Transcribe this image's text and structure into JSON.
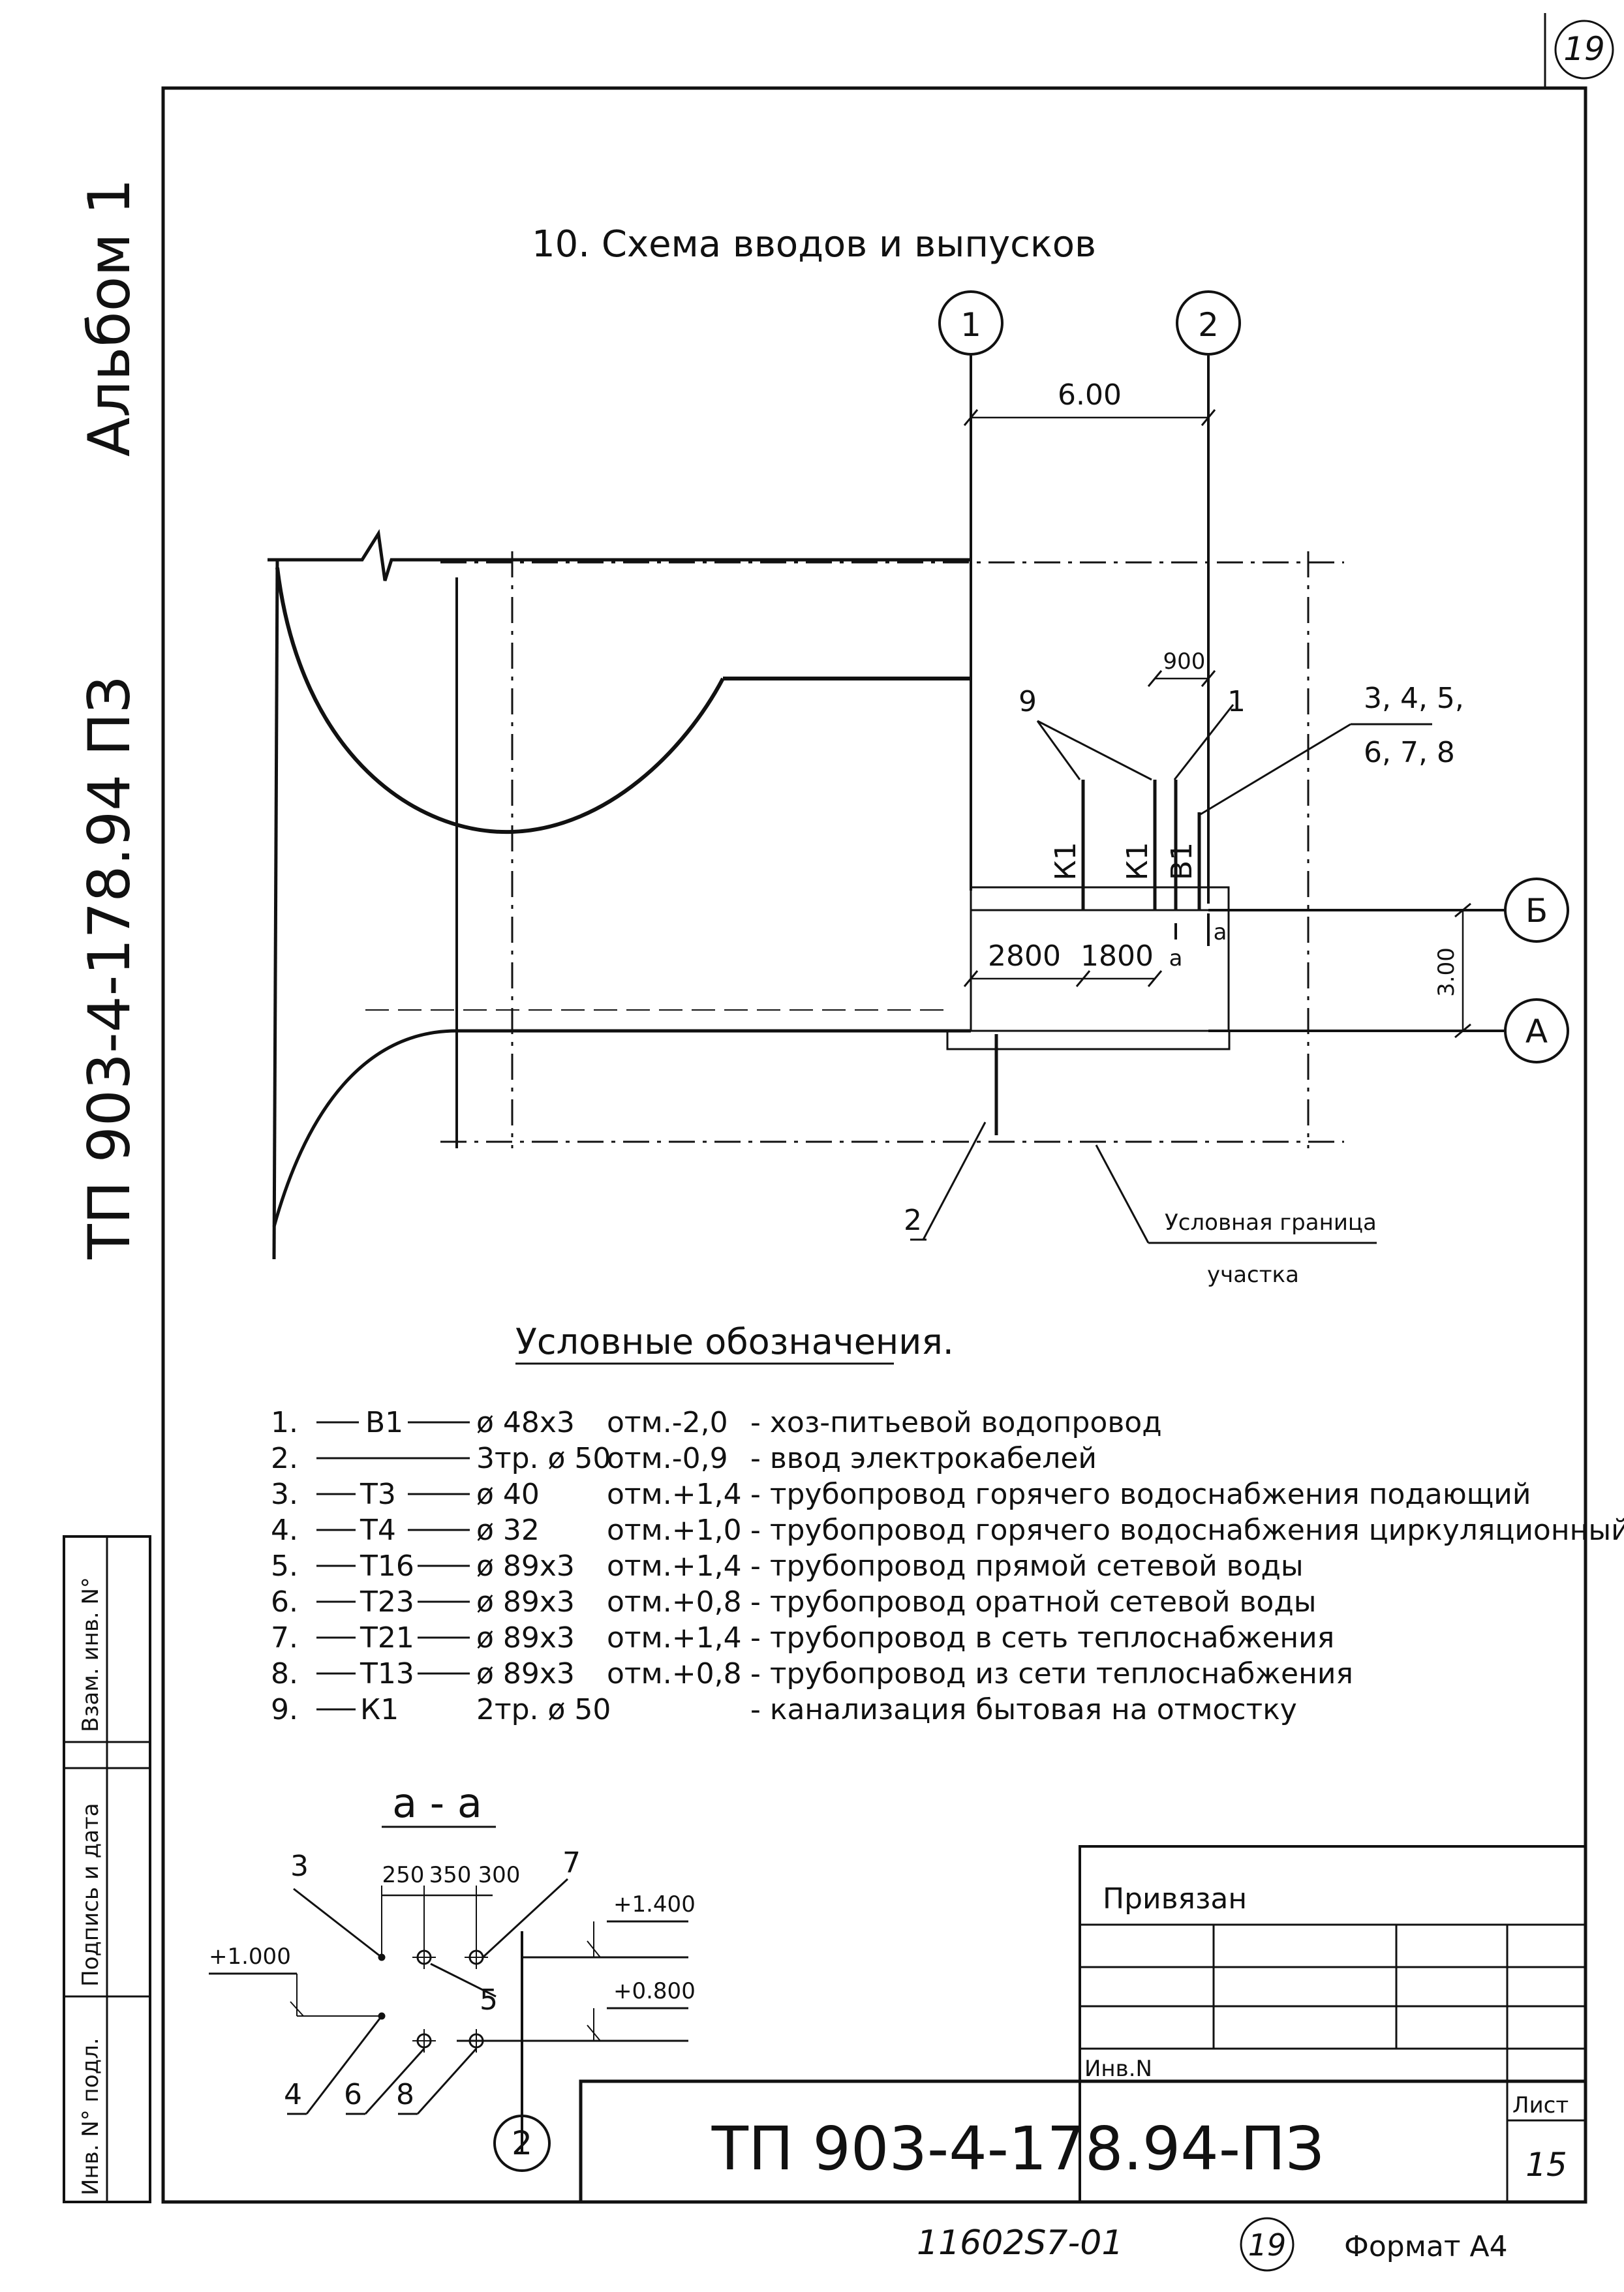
{
  "sheet_number_circled": "19",
  "album_label": "Альбом 1",
  "side_document_code": "ТП 903-4-178.94 ПЗ",
  "drawing_title": "10. Схема вводов и выпусков",
  "grid_axes": {
    "axis_1": "1",
    "axis_2": "2",
    "axis_A": "А",
    "axis_B": "Б"
  },
  "dimensions": {
    "d_600": "6.00",
    "d_900": "900",
    "d_2800": "2800",
    "d_1800": "1800",
    "d_300": "3.00"
  },
  "pipe_labels": {
    "k1_left": "К1",
    "k1_right": "К1",
    "b1": "В1"
  },
  "section_marks": {
    "a1": "а",
    "a2": "а"
  },
  "callouts": {
    "c9": "9",
    "c1": "1",
    "c345": "3, 4, 5,",
    "c678": "6, 7, 8",
    "c2": "2"
  },
  "boundary_label": {
    "line1": "Условная граница",
    "line2": "участка"
  },
  "legend_title": "Условные обозначения.",
  "legend": [
    {
      "num": "1.",
      "code": "В1",
      "size": "ø 48х3",
      "level": "отм.-2,0",
      "desc": "- хоз-питьевой водопровод"
    },
    {
      "num": "2.",
      "code": "",
      "size": "3тр. ø 50",
      "level": "отм.-0,9",
      "desc": "- ввод электрокабелей"
    },
    {
      "num": "3.",
      "code": "Т3",
      "size": "ø 40",
      "level": "отм.+1,4",
      "desc": "- трубопровод горячего водоснабжения подающий"
    },
    {
      "num": "4.",
      "code": "Т4",
      "size": "ø 32",
      "level": "отм.+1,0",
      "desc": "- трубопровод горячего водоснабжения циркуляционный"
    },
    {
      "num": "5.",
      "code": "Т16",
      "size": "ø 89х3",
      "level": "отм.+1,4",
      "desc": "- трубопровод прямой сетевой воды"
    },
    {
      "num": "6.",
      "code": "Т23",
      "size": "ø 89х3",
      "level": "отм.+0,8",
      "desc": "- трубопровод оратной сетевой воды"
    },
    {
      "num": "7.",
      "code": "Т21",
      "size": "ø 89х3",
      "level": "отм.+1,4",
      "desc": "- трубопровод в сеть теплоснабжения"
    },
    {
      "num": "8.",
      "code": "Т13",
      "size": "ø 89х3",
      "level": "отм.+0,8",
      "desc": "- трубопровод из сети теплоснабжения"
    },
    {
      "num": "9.",
      "code": "К1",
      "size": "2тр. ø 50",
      "level": "",
      "desc": "- канализация бытовая на отмостку"
    }
  ],
  "section": {
    "title": "а - а",
    "dims": [
      "250",
      "350",
      "300"
    ],
    "levels": [
      "+1.400",
      "+1.000",
      "+0.800"
    ],
    "numbers": [
      "3",
      "7",
      "5",
      "4",
      "6",
      "8"
    ],
    "axis": "2"
  },
  "side_stamp": [
    "Инв. N° подл.",
    "Подпись и дата",
    "Взам. инв. N°"
  ],
  "stamp": {
    "privyazan": "Привязан",
    "inv_n": "Инв.N",
    "code": "ТП 903-4-178.94-ПЗ",
    "sheet_label": "Лист",
    "sheet_value": "15"
  },
  "footer": {
    "handwritten_number": "11602S7-01",
    "circled_number": "19",
    "format_label": "Формат А4"
  }
}
